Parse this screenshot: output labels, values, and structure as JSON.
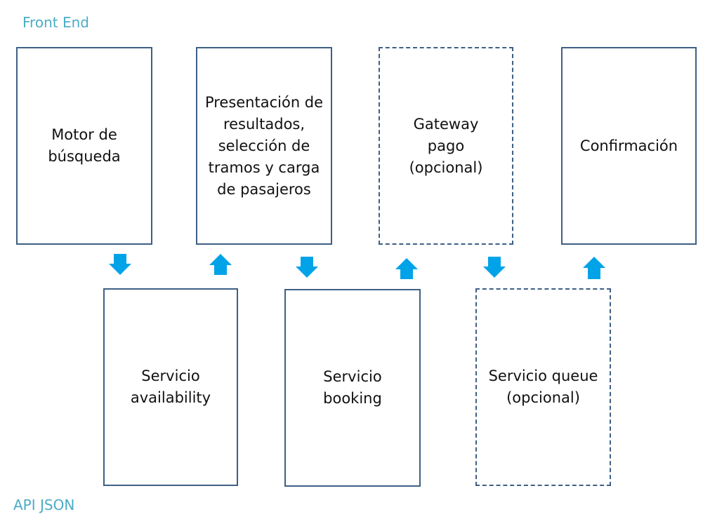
{
  "layers": {
    "frontend_label": "Front End",
    "api_label": "API JSON"
  },
  "frontend_boxes": [
    {
      "text": "Motor de\nbúsqueda",
      "optional": false
    },
    {
      "text": "Presentación de\nresultados,\nselección de\ntramos y carga\nde pasajeros",
      "optional": false
    },
    {
      "text": "Gateway\npago\n(opcional)",
      "optional": true
    },
    {
      "text": "Confirmación",
      "optional": false
    }
  ],
  "api_boxes": [
    {
      "text": "Servicio\navailability",
      "optional": false
    },
    {
      "text": "Servicio\nbooking",
      "optional": false
    },
    {
      "text": "Servicio queue\n(opcional)",
      "optional": true
    }
  ],
  "arrows": [
    {
      "from": "Motor de búsqueda",
      "to": "Servicio availability",
      "direction": "down"
    },
    {
      "from": "Servicio availability",
      "to": "Presentación de resultados",
      "direction": "up"
    },
    {
      "from": "Presentación de resultados",
      "to": "Servicio booking",
      "direction": "down"
    },
    {
      "from": "Servicio booking",
      "to": "Gateway pago",
      "direction": "up"
    },
    {
      "from": "Gateway pago",
      "to": "Servicio queue",
      "direction": "down"
    },
    {
      "from": "Servicio queue",
      "to": "Confirmación",
      "direction": "up"
    }
  ],
  "colors": {
    "box_border": "#3e5f85",
    "arrow_fill": "#00a3e8",
    "layer_label": "#4bacc6"
  }
}
